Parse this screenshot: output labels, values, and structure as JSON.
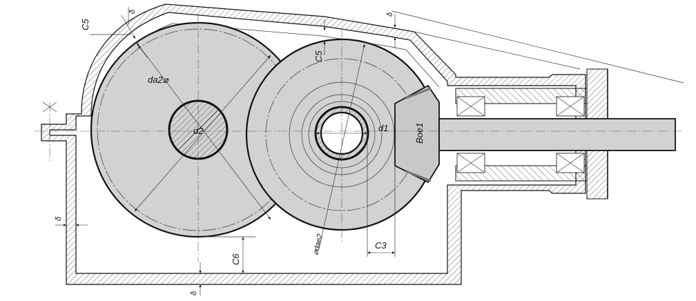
{
  "colors": {
    "gear_fill": "#d2d2d2",
    "bevel_fill": "#c8c8c8",
    "hatch": "#444444",
    "line": "#111111",
    "background": "#ffffff"
  },
  "labels": {
    "c5_left": "C5",
    "delta_top": "δ",
    "c5_mid": "C5",
    "delta_right_top": "δ",
    "da2": "da2⌀",
    "d2": "d2",
    "d1": "d1",
    "boe1": "Boe1",
    "delta_left": "δ",
    "dae2": "⌀dae2",
    "c3": "C3",
    "c6": "C6",
    "delta_bottom": "δ"
  }
}
